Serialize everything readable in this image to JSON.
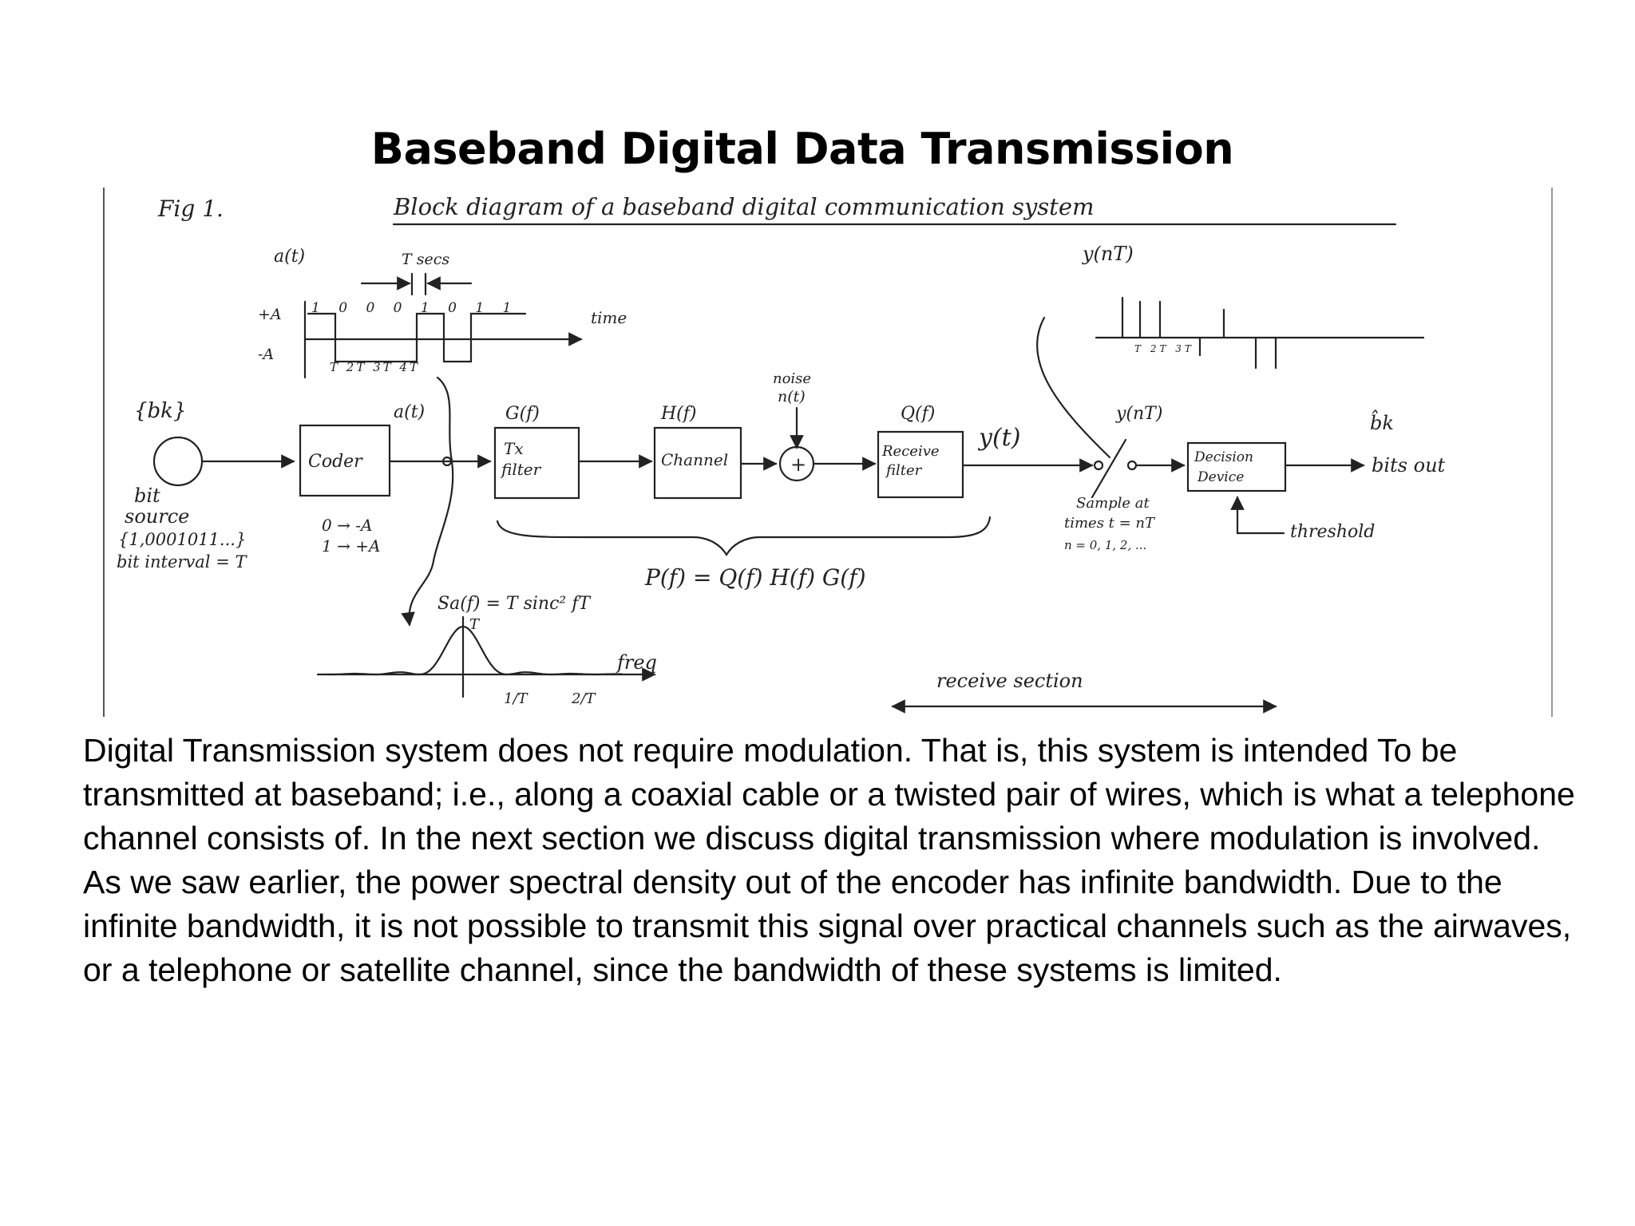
{
  "title": "Baseband Digital Data Transmission",
  "diagram": {
    "fig_label": "Fig 1.",
    "caption": "Block diagram of a baseband digital communication system",
    "waveform": {
      "signal_label": "a(t)",
      "period_label": "T secs",
      "levels": [
        "+A",
        "-A"
      ],
      "bits_label": "1 0 0 0 1 0 1 1",
      "bits": [
        1,
        0,
        0,
        0,
        1,
        0,
        1,
        1
      ],
      "time_label": "time",
      "tick_labels": "T 2T 3T 4T"
    },
    "source": {
      "symbol_label": "{bk}",
      "name_line1": "bit",
      "name_line2": "source",
      "sequence": "{1,0001011...}",
      "interval": "bit interval = T"
    },
    "mapping": {
      "zero": "0 → -A",
      "one": "1 → +A"
    },
    "blocks": {
      "coder": "Coder",
      "tx_filter_line1": "Tx",
      "tx_filter_line2": "filter",
      "channel": "Channel",
      "adder": "+",
      "receive_filter_line1": "Receive",
      "receive_filter_line2": "filter",
      "decision_line1": "Decision",
      "decision_line2": "Device"
    },
    "labels": {
      "a_t": "a(t)",
      "g_f": "G(f)",
      "h_f": "H(f)",
      "noise": "noise",
      "n_t": "n(t)",
      "q_f": "Q(f)",
      "y_t": "y(t)",
      "y_nT": "y(nT)",
      "y_nT_top": "y(nT)",
      "bk_hat": "b̂k",
      "bits_out": "bits out",
      "threshold": "threshold",
      "sample_line1": "Sample at",
      "sample_line2": "times t = nT",
      "sample_line3": "n = 0, 1, 2, ...",
      "sample_ticks": "T 2T 3T",
      "pf_equation": "P(f) = Q(f) H(f) G(f)",
      "psd": "Sa(f) = T sinc² fT",
      "psd_peak": "T",
      "freq": "freq",
      "psd_tick1": "1/T",
      "psd_tick2": "2/T",
      "receive_section": "receive section"
    }
  },
  "body": {
    "paragraph1": "Digital Transmission system does not require modulation. That is, this system is intended To be transmitted at baseband; i.e., along a coaxial cable or a twisted pair of wires, which is what a telephone channel consists of. In the next section we discuss digital transmission where modulation is involved.",
    "paragraph2": "As we saw earlier, the power spectral density out of the encoder has infinite bandwidth. Due to the infinite bandwidth, it is not possible to transmit this signal over practical channels such as the airwaves, or a telephone or satellite channel, since the bandwidth of these systems is limited."
  }
}
